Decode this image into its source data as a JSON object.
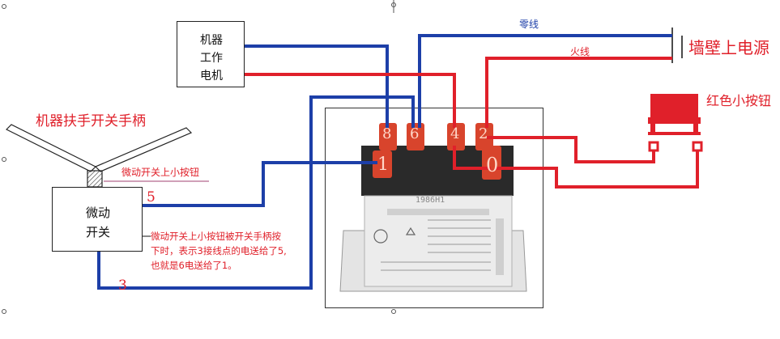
{
  "labels": {
    "motor_line1": "机器",
    "motor_line2": "工作",
    "motor_line3": "电机",
    "neutral_wire": "零线",
    "live_wire": "火线",
    "wall_power": "墙壁上电源",
    "red_button": "红色小按钮",
    "handle": "机器扶手开关手柄",
    "micro_button": "微动开关上小按钮",
    "switch_line1": "微动",
    "switch_line2": "开关",
    "terminal_5": "5",
    "terminal_3": "3",
    "note_line1": "微动开关上小按钮被开关手柄按",
    "note_line2": "下时，表示3接线点的电送给了5,",
    "note_line3": "也就是6电送给了1。",
    "pin_8": "8",
    "pin_6": "6",
    "pin_4": "4",
    "pin_2": "2",
    "pin_1": "1",
    "pin_0": "0"
  },
  "colors": {
    "neutral_wire": "#1d3fa8",
    "live_wire": "#e0202a",
    "label_red": "#e0202a",
    "label_blue": "#1d3fa8",
    "relay_pin": "#d8442c",
    "relay_body_dark": "#2a2a2a",
    "relay_body_light": "#ececec"
  }
}
